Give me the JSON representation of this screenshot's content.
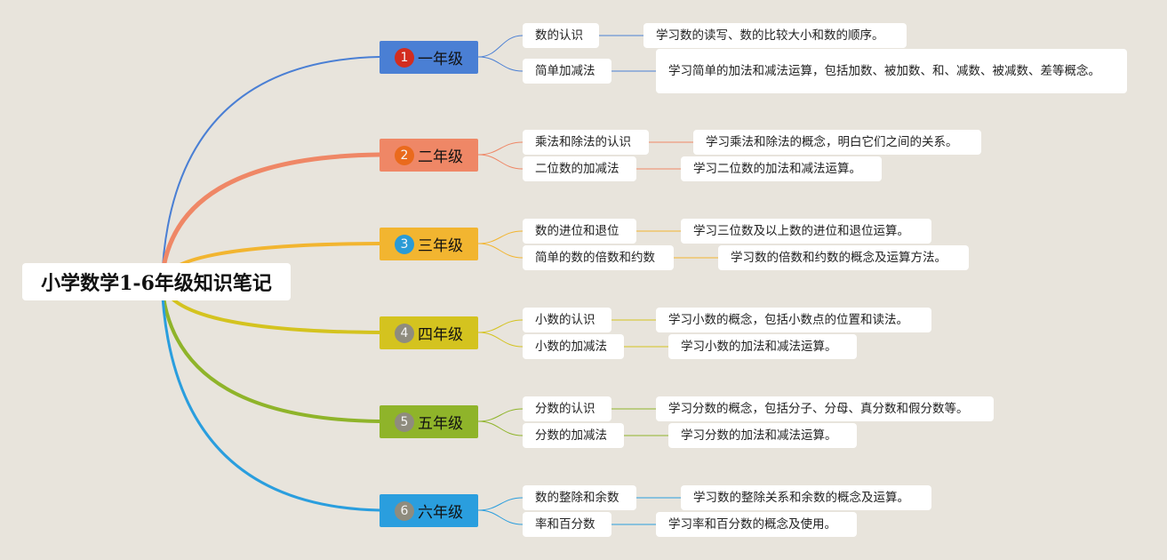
{
  "root": {
    "title": "小学数学1-6年级知识笔记"
  },
  "grades": [
    {
      "number": "1",
      "label": "一年级",
      "color": "#4a7fd4",
      "badge_color": "#d32d1f",
      "topics": [
        {
          "name": "数的认识",
          "desc": "学习数的读写、数的比较大小和数的顺序。"
        },
        {
          "name": "简单加减法",
          "desc": "学习简单的加法和减法运算，包括加数、被加数、和、减数、被减数、差等概念。"
        }
      ]
    },
    {
      "number": "2",
      "label": "二年级",
      "color": "#ef8766",
      "badge_color": "#ea6a1c",
      "topics": [
        {
          "name": "乘法和除法的认识",
          "desc": "学习乘法和除法的概念，明白它们之间的关系。"
        },
        {
          "name": "二位数的加减法",
          "desc": "学习二位数的加法和减法运算。"
        }
      ]
    },
    {
      "number": "3",
      "label": "三年级",
      "color": "#f2b530",
      "badge_color": "#2a9bd6",
      "topics": [
        {
          "name": "数的进位和退位",
          "desc": "学习三位数及以上数的进位和退位运算。"
        },
        {
          "name": "简单的数的倍数和约数",
          "desc": "学习数的倍数和约数的概念及运算方法。"
        }
      ]
    },
    {
      "number": "4",
      "label": "四年级",
      "color": "#d4c31f",
      "badge_color": "#8f8c7e",
      "topics": [
        {
          "name": "小数的认识",
          "desc": "学习小数的概念，包括小数点的位置和读法。"
        },
        {
          "name": "小数的加减法",
          "desc": "学习小数的加法和减法运算。"
        }
      ]
    },
    {
      "number": "5",
      "label": "五年级",
      "color": "#8fb42a",
      "badge_color": "#8f8c7e",
      "topics": [
        {
          "name": "分数的认识",
          "desc": "学习分数的概念，包括分子、分母、真分数和假分数等。"
        },
        {
          "name": "分数的加减法",
          "desc": "学习分数的加法和减法运算。"
        }
      ]
    },
    {
      "number": "6",
      "label": "六年级",
      "color": "#2a9ede",
      "badge_color": "#8f8c7e",
      "topics": [
        {
          "name": "数的整除和余数",
          "desc": "学习数的整除关系和余数的概念及运算。"
        },
        {
          "name": "率和百分数",
          "desc": "学习率和百分数的概念及使用。"
        }
      ]
    }
  ]
}
